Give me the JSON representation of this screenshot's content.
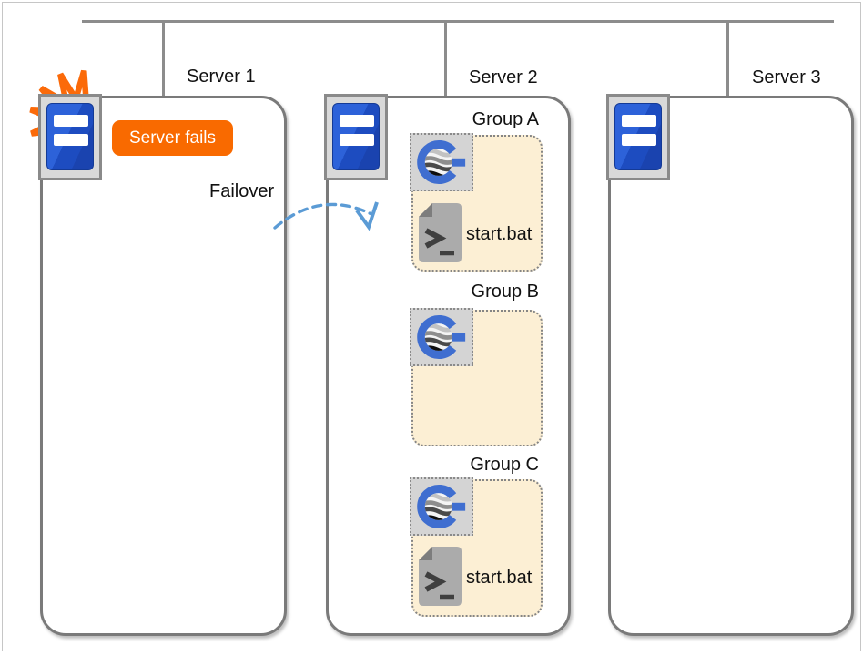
{
  "servers": [
    {
      "label": "Server 1"
    },
    {
      "label": "Server 2"
    },
    {
      "label": "Server 3"
    }
  ],
  "failure": {
    "badge_label": "Server fails",
    "failover_label": "Failover"
  },
  "groups": [
    {
      "label": "Group A",
      "app_icon": "g-app-icon",
      "script": "start.bat"
    },
    {
      "label": "Group B",
      "app_icon": "g-app-icon",
      "script": ""
    },
    {
      "label": "Group C",
      "app_icon": "g-app-icon",
      "script": "start.bat"
    }
  ],
  "icons": {
    "burst": "failure-burst-icon",
    "server": "server-tower-icon",
    "app": "g-app-icon",
    "script": "batch-terminal-file-icon"
  },
  "colors": {
    "accent_orange": "#f96a00",
    "arrow_blue": "#5b9bd5",
    "group_fill": "#fcefd4",
    "server_blue": "#2d62d9",
    "line_gray": "#8c8c8c"
  }
}
